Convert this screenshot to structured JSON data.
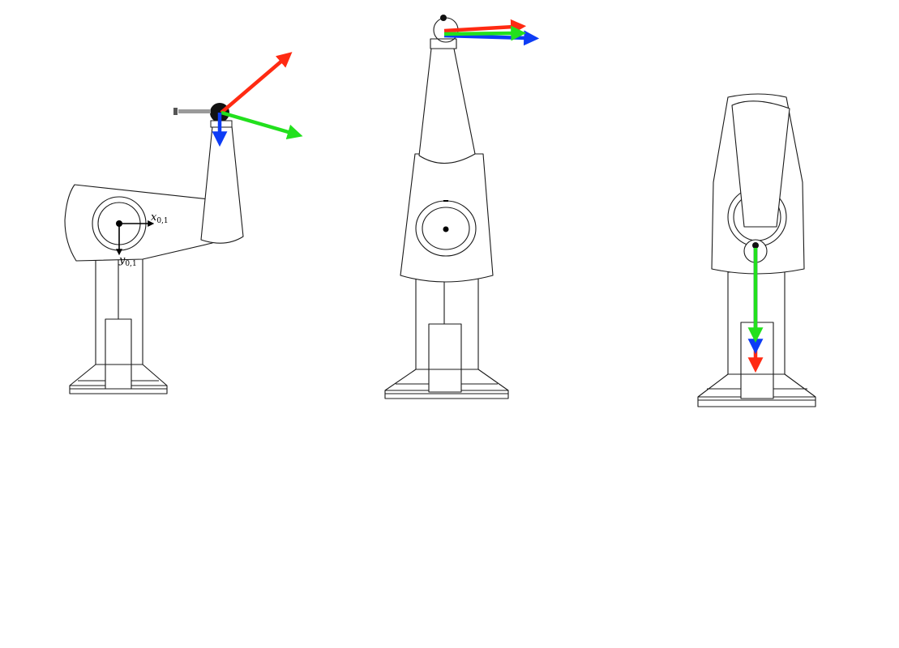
{
  "labels": {
    "x_axis": {
      "main": "x",
      "sub": "0,1"
    },
    "y_axis": {
      "main": "y",
      "sub": "0,1"
    }
  },
  "colors": {
    "x_arrow": "#ff2a12",
    "y_arrow": "#22e01d",
    "z_arrow": "#0d3cf5",
    "outline": "#1a1a1a",
    "background": "#ffffff"
  },
  "views": [
    "side-view",
    "front-view",
    "rear-view"
  ]
}
